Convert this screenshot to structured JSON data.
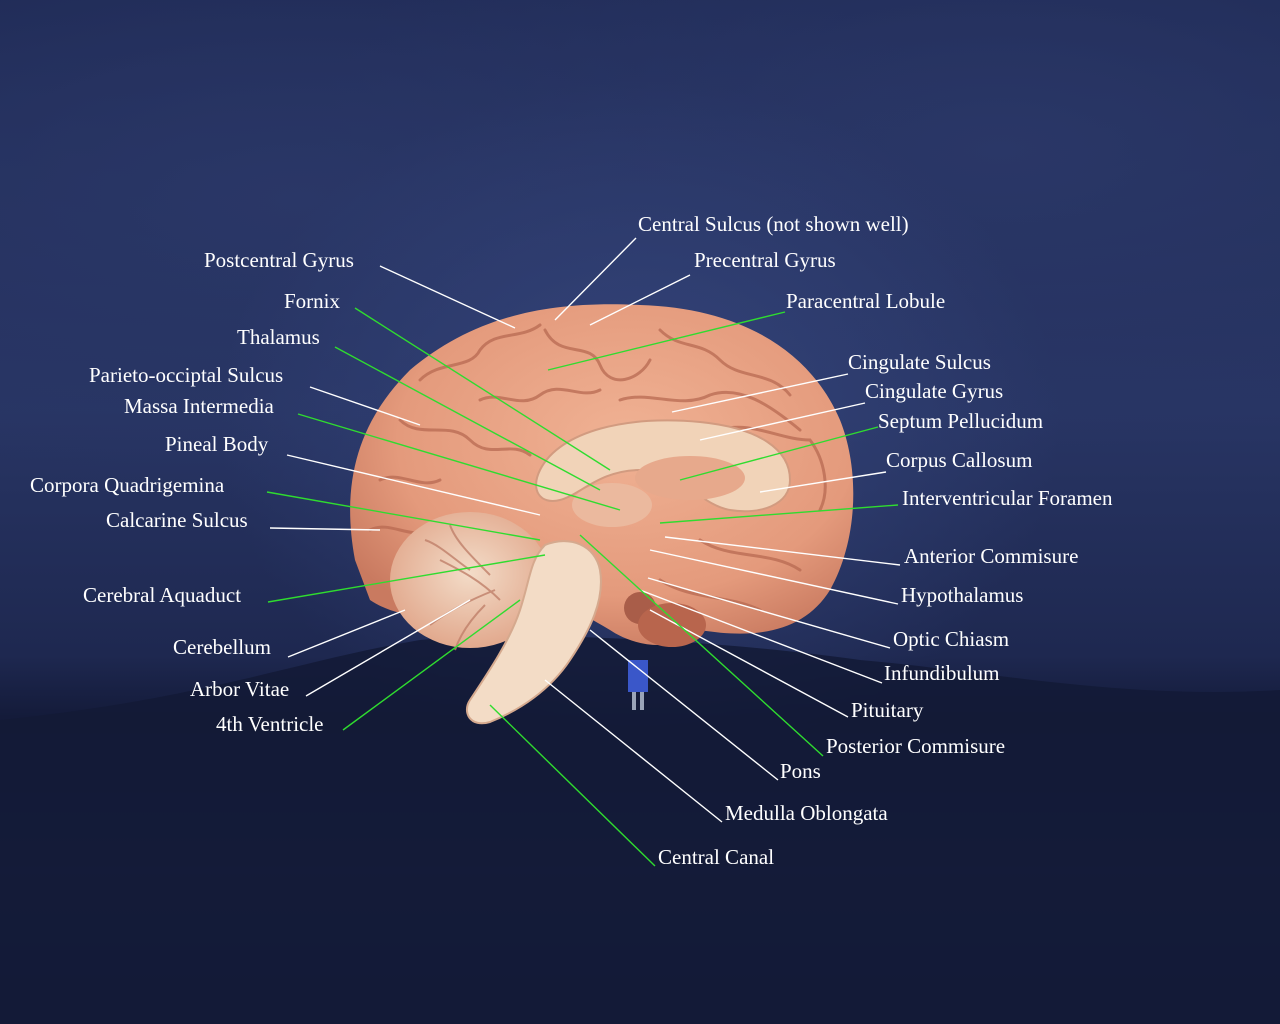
{
  "colors": {
    "background": "#24305e",
    "white_leader": "#ffffff",
    "green_leader": "#2fdc2f",
    "label_text": "#ffffff",
    "brain_tissue": "#e39a7c"
  },
  "labels": {
    "central_sulcus": "Central Sulcus (not shown well)",
    "postcentral_gyrus": "Postcentral Gyrus",
    "precentral_gyrus": "Precentral Gyrus",
    "fornix": "Fornix",
    "paracentral_lobule": "Paracentral Lobule",
    "thalamus": "Thalamus",
    "cingulate_sulcus": "Cingulate Sulcus",
    "parieto_occipital_sulcus": "Parieto-occiptal Sulcus",
    "cingulate_gyrus": "Cingulate Gyrus",
    "massa_intermedia": "Massa Intermedia",
    "septum_pellucidum": "Septum Pellucidum",
    "pineal_body": "Pineal Body",
    "corpus_callosum": "Corpus Callosum",
    "corpora_quadrigemina": "Corpora Quadrigemina",
    "interventricular_foramen": "Interventricular Foramen",
    "calcarine_sulcus": "Calcarine Sulcus",
    "anterior_commisure": "Anterior Commisure",
    "cerebral_aquaduct": "Cerebral Aquaduct",
    "hypothalamus": "Hypothalamus",
    "cerebellum": "Cerebellum",
    "optic_chiasm": "Optic Chiasm",
    "infundibulum": "Infundibulum",
    "arbor_vitae": "Arbor Vitae",
    "pituitary": "Pituitary",
    "fourth_ventricle": "4th Ventricle",
    "posterior_commisure": "Posterior Commisure",
    "pons": "Pons",
    "medulla_oblongata": "Medulla Oblongata",
    "central_canal": "Central Canal"
  }
}
